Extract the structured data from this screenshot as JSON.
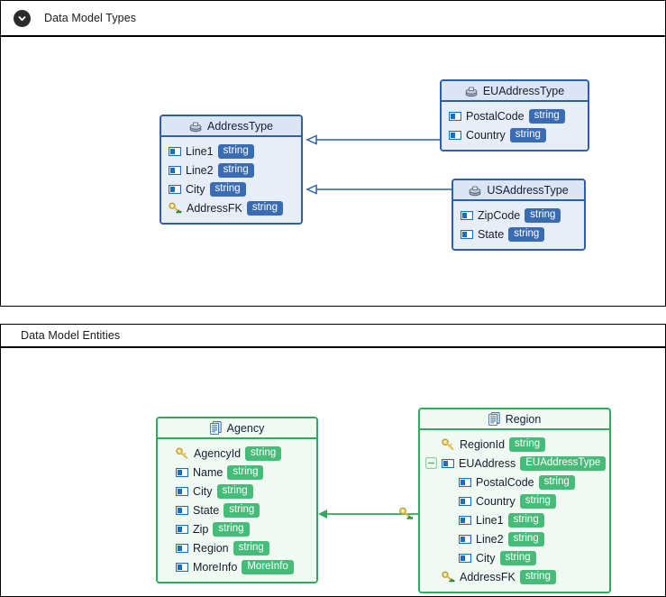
{
  "panels": [
    {
      "id": "types",
      "title": "Data Model Types",
      "collapse_icon": "chevron-down-icon"
    },
    {
      "id": "entities",
      "title": "Data Model Entities"
    }
  ],
  "types_diagram": {
    "nodes": [
      {
        "id": "AddressType",
        "title": "AddressType",
        "icon": "complex-type-icon",
        "theme": "blue",
        "fields": [
          {
            "icon": "attribute-icon",
            "name": "Line1",
            "type": "string"
          },
          {
            "icon": "attribute-icon",
            "name": "Line2",
            "type": "string"
          },
          {
            "icon": "attribute-icon",
            "name": "City",
            "type": "string"
          },
          {
            "icon": "foreign-key-icon",
            "name": "AddressFK",
            "type": "string"
          }
        ]
      },
      {
        "id": "EUAddressType",
        "title": "EUAddressType",
        "icon": "complex-type-icon",
        "theme": "blue",
        "fields": [
          {
            "icon": "attribute-icon",
            "name": "PostalCode",
            "type": "string"
          },
          {
            "icon": "attribute-icon",
            "name": "Country",
            "type": "string"
          }
        ]
      },
      {
        "id": "USAddressType",
        "title": "USAddressType",
        "icon": "complex-type-icon",
        "theme": "blue",
        "fields": [
          {
            "icon": "attribute-icon",
            "name": "ZipCode",
            "type": "string"
          },
          {
            "icon": "attribute-icon",
            "name": "State",
            "type": "string"
          }
        ]
      }
    ],
    "connectors": [
      {
        "from": "EUAddressType",
        "to": "AddressType",
        "arrow": "hollow-triangle"
      },
      {
        "from": "USAddressType",
        "to": "AddressType",
        "arrow": "hollow-triangle"
      }
    ]
  },
  "entities_diagram": {
    "nodes": [
      {
        "id": "Agency",
        "title": "Agency",
        "icon": "entity-icon",
        "theme": "green",
        "fields": [
          {
            "icon": "primary-key-icon",
            "name": "AgencyId",
            "type": "string"
          },
          {
            "icon": "attribute-icon",
            "name": "Name",
            "type": "string"
          },
          {
            "icon": "attribute-icon",
            "name": "City",
            "type": "string"
          },
          {
            "icon": "attribute-icon",
            "name": "State",
            "type": "string"
          },
          {
            "icon": "attribute-icon",
            "name": "Zip",
            "type": "string"
          },
          {
            "icon": "attribute-icon",
            "name": "Region",
            "type": "string"
          },
          {
            "icon": "attribute-icon",
            "name": "MoreInfo",
            "type": "MoreInfo"
          }
        ]
      },
      {
        "id": "Region",
        "title": "Region",
        "icon": "entity-icon",
        "theme": "green",
        "fields": [
          {
            "icon": "primary-key-icon",
            "name": "RegionId",
            "type": "string"
          },
          {
            "icon": "attribute-icon",
            "name": "EUAddress",
            "type": "EUAddressType",
            "expander": "minus-box-icon"
          },
          {
            "icon": "attribute-icon",
            "name": "PostalCode",
            "type": "string",
            "indent": true
          },
          {
            "icon": "attribute-icon",
            "name": "Country",
            "type": "string",
            "indent": true
          },
          {
            "icon": "attribute-icon",
            "name": "Line1",
            "type": "string",
            "indent": true
          },
          {
            "icon": "attribute-icon",
            "name": "Line2",
            "type": "string",
            "indent": true
          },
          {
            "icon": "attribute-icon",
            "name": "City",
            "type": "string",
            "indent": true
          },
          {
            "icon": "foreign-key-icon",
            "name": "AddressFK",
            "type": "string"
          }
        ]
      }
    ],
    "connectors": [
      {
        "from": "Region",
        "to": "Agency",
        "arrow": "solid-arrow",
        "marker": "foreign-key-icon"
      }
    ]
  },
  "colors": {
    "type_border": "#2f5fa8",
    "type_fill": "#e8eef8",
    "type_badge": "#3a6cb5",
    "entity_border": "#2faa5d",
    "entity_fill": "#f0faf2",
    "entity_badge": "#45bd78",
    "panel_border": "#000000",
    "page_background": "#ffffff"
  }
}
